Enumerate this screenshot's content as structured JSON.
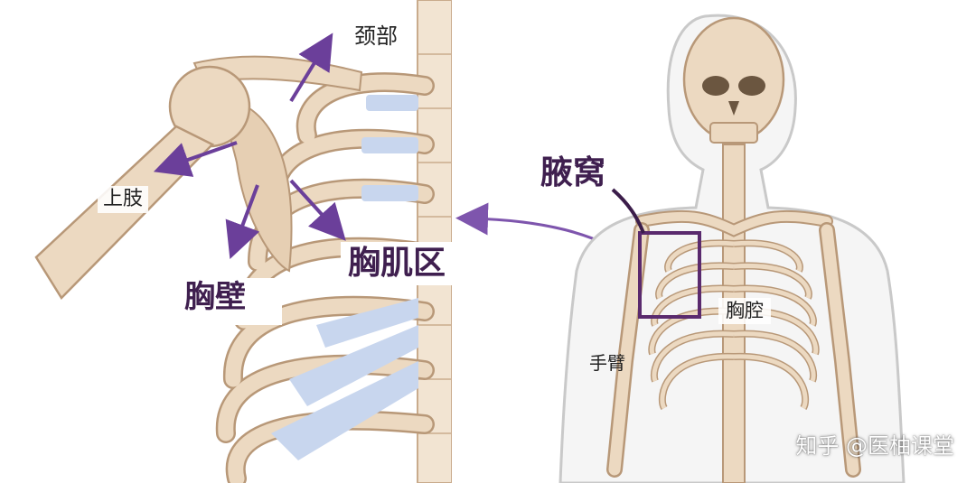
{
  "left_labels": {
    "neck": "颈部",
    "upper_limb": "上肢",
    "chest_wall": "胸壁",
    "pectoral_region": "胸肌区"
  },
  "right_labels": {
    "axilla": "腋窝",
    "thoracic_cavity": "胸腔",
    "arm": "手臂"
  },
  "watermark": "知乎 @医柚课堂",
  "colors": {
    "bone": "#ecd9c1",
    "bone_outline": "#b89878",
    "cartilage": "#c8d6ee",
    "arrow": "#6b3f9a",
    "axilla_box": "#5a2a6e",
    "body_outline": "#c9c9c9"
  }
}
